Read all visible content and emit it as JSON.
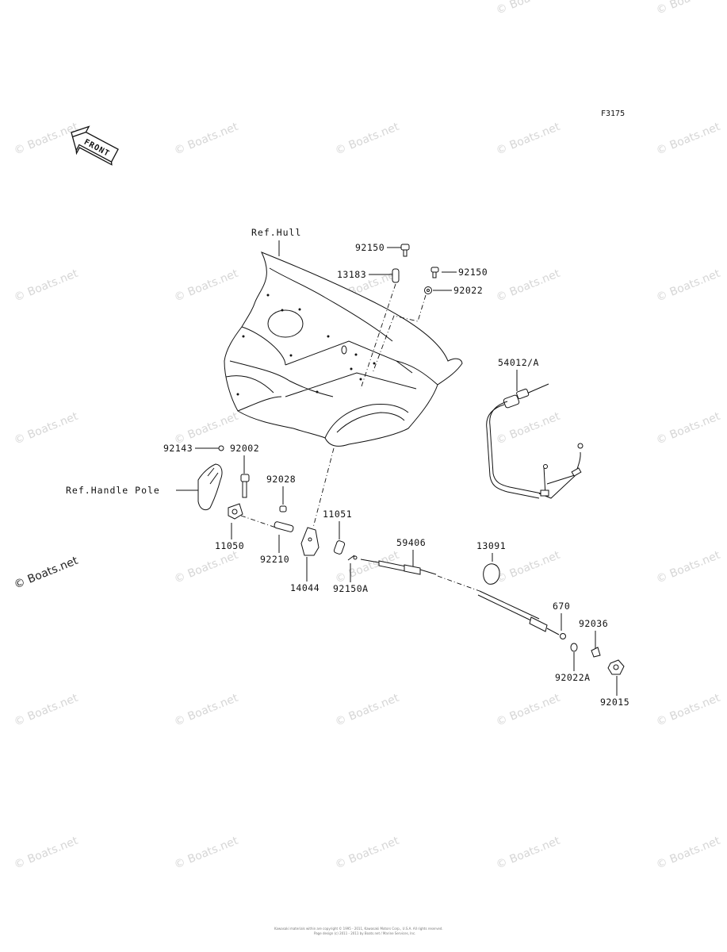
{
  "figure_id": "F3175",
  "front_label": "FRONT",
  "watermark": "© Boats.net",
  "references": {
    "hull": "Ref.Hull",
    "handle_pole": "Ref.Handle Pole"
  },
  "parts": {
    "p92150_top": "92150",
    "p13183": "13183",
    "p92150_right": "92150",
    "p92022": "92022",
    "p54012A": "54012/A",
    "p92143": "92143",
    "p92002": "92002",
    "p92028": "92028",
    "p11051": "11051",
    "p11050": "11050",
    "p92210": "92210",
    "p14044": "14044",
    "p92150A": "92150A",
    "p59406": "59406",
    "p13091": "13091",
    "p670": "670",
    "p92036": "92036",
    "p92022A": "92022A",
    "p92015": "92015"
  },
  "footer": {
    "line1": "Kawasaki materials within are copyright © 1995 - 2011, Kawasaki Motors Corp., U.S.A. All rights reserved.",
    "line2": "Page design (c) 2011 - 2011 by Boats.net / Marine Services, Inc."
  }
}
